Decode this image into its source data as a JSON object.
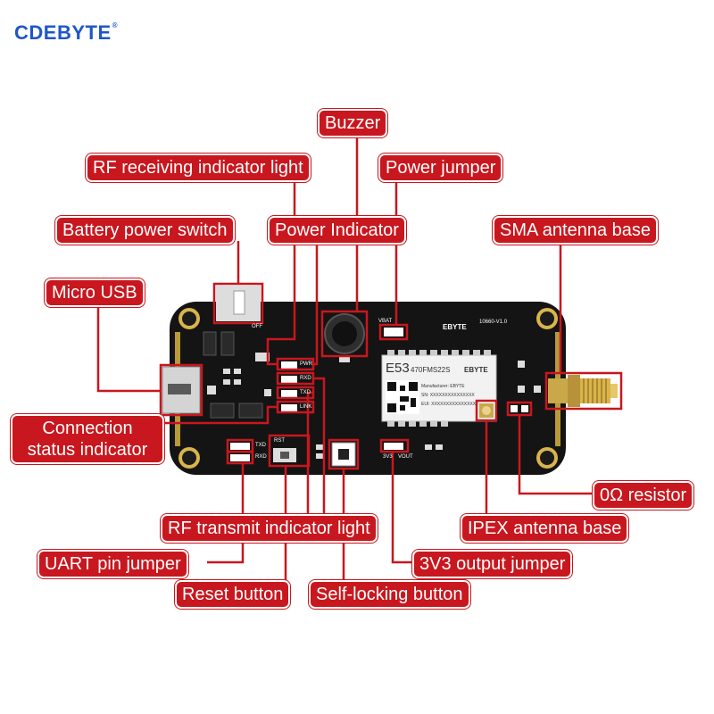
{
  "brand": {
    "name": "CDEBYTE",
    "mark": "®"
  },
  "board": {
    "logo": "EBYTE",
    "version": "10660-V1.0",
    "module": {
      "series": "E53",
      "model": "470FMS22S",
      "brand": "EBYTE",
      "manufacturer": "Manufacturer: EBYTE",
      "sn": "SN: XXXXXXXXXXXXXXX",
      "eui": "EUI: XXXXXXXXXXXXXXX"
    },
    "silkscreen": {
      "pwr": "PWR",
      "rxd": "RXD",
      "txd": "TXD",
      "link": "LINK",
      "uart_txd": "TXD",
      "uart_rxd": "RXD",
      "rst": "RST",
      "v33": "3V3",
      "vout": "VOUT",
      "vbat": "VBAT",
      "off": "OFF"
    }
  },
  "callouts": {
    "buzzer": "Buzzer",
    "rf_receive": "RF receiving indicator light",
    "power_jumper": "Power jumper",
    "battery_switch": "Battery power switch",
    "power_indicator": "Power Indicator",
    "sma": "SMA antenna base",
    "micro_usb": "Micro USB",
    "connection_line1": "Connection",
    "connection_line2": "status indicator",
    "zero_ohm": "0Ω resistor",
    "rf_transmit": "RF transmit indicator light",
    "ipex": "IPEX antenna base",
    "uart_jumper": "UART pin jumper",
    "v33_jumper": "3V3 output jumper",
    "reset": "Reset button",
    "self_locking": "Self-locking button"
  },
  "colors": {
    "accent_red": "#c8171e",
    "brand_blue": "#1f56c9",
    "pcb_black": "#141414",
    "gold": "#d9b44a"
  }
}
